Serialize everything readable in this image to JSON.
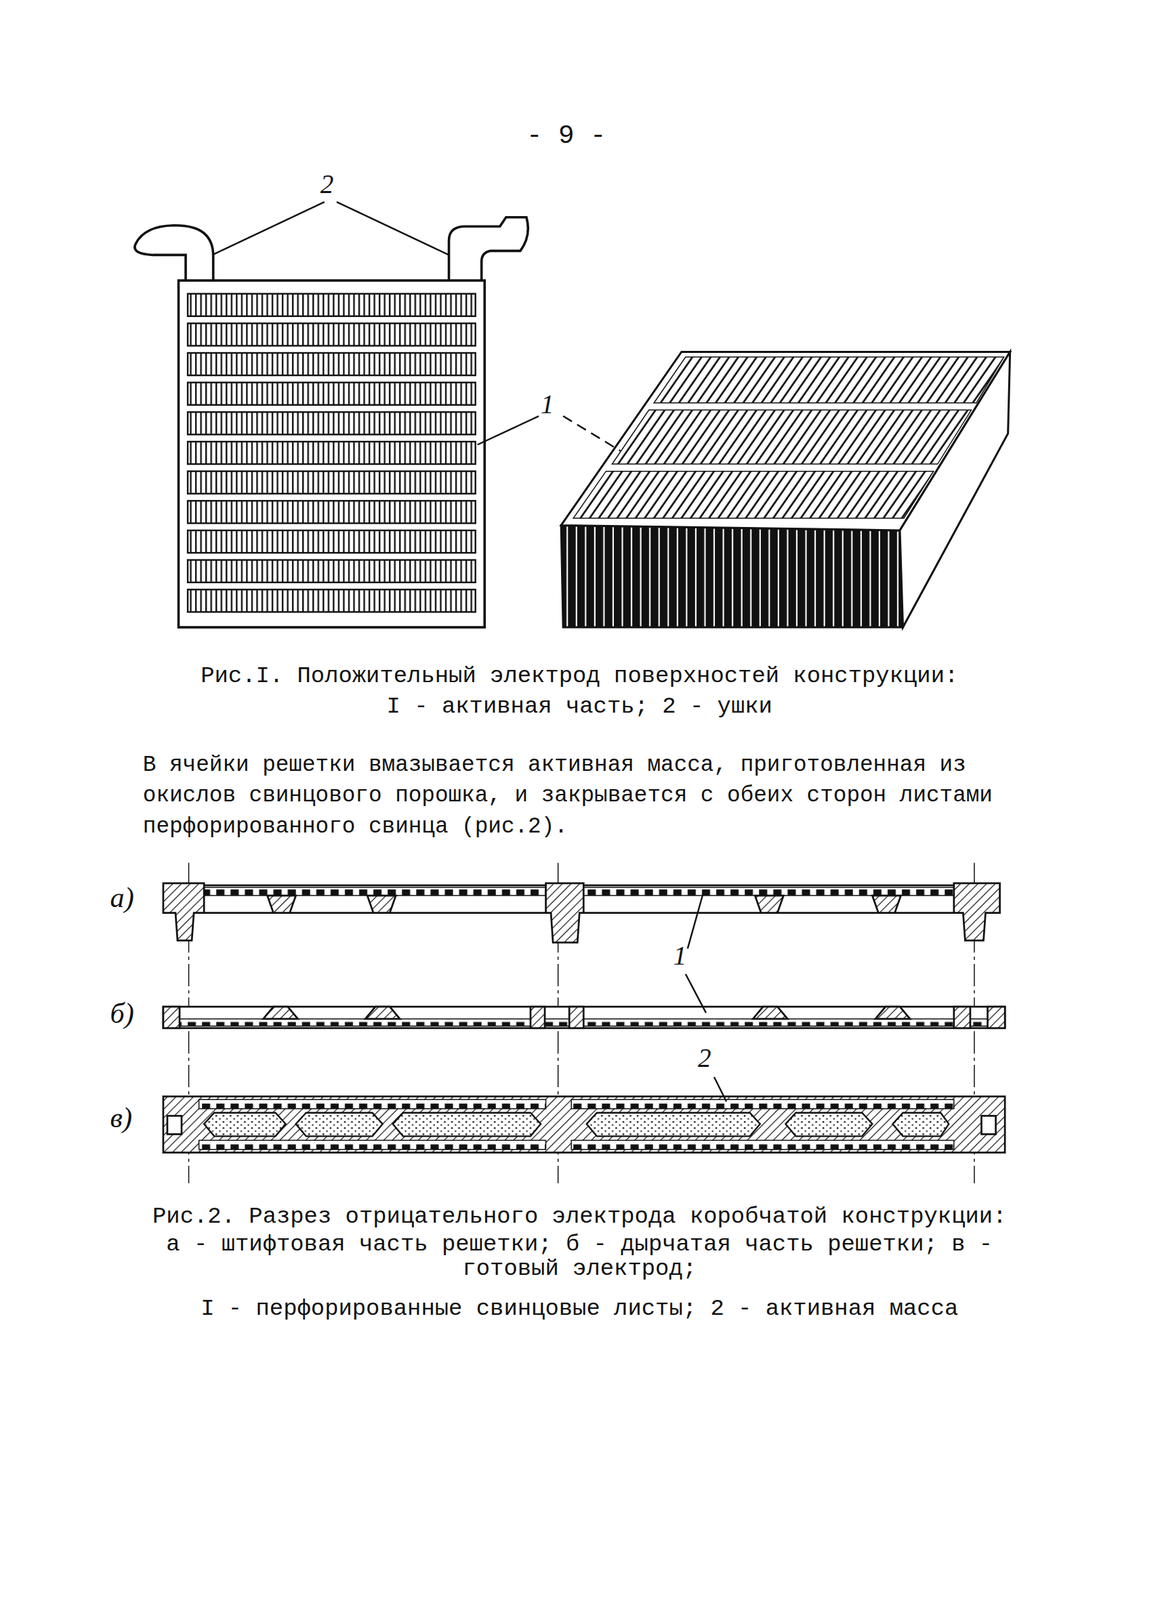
{
  "diagram": {
    "labels": [
      "- 9 -",
      "2",
      "1",
      "Рис.I. Положительный электрод поверхностей конструкции:",
      "I - активная часть; 2 - ушки",
      "В ячейки решетки вмазывается активная масса, приготовленная из окислов свинцового порошка, и закрывается с обеих сторон листами перфорированного свинца (рис.2).",
      "а)",
      "б)",
      "в)",
      "1",
      "2",
      "Рис.2. Разрез отрицательного электрода коробчатой конструкции:",
      "а - штифтовая часть решетки; б - дырчатая часть решетки; в - готовый электрод;",
      "I - перфорированные свинцовые листы; 2 - активная масса"
    ]
  }
}
